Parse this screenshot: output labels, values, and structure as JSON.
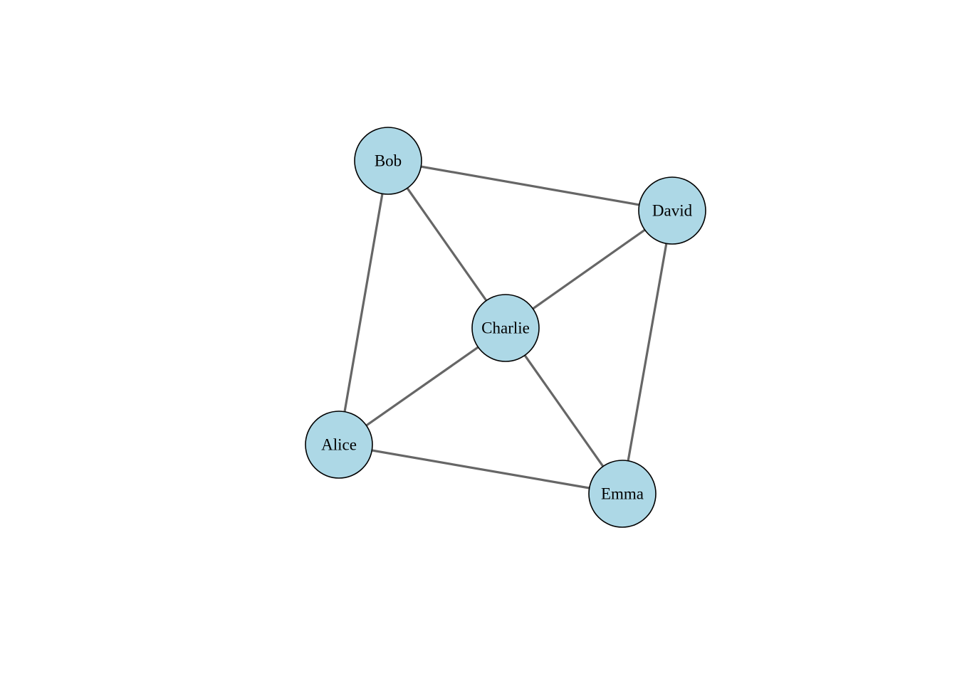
{
  "nodes": [
    {
      "id": "bob",
      "label": "Bob"
    },
    {
      "id": "david",
      "label": "David"
    },
    {
      "id": "charlie",
      "label": "Charlie"
    },
    {
      "id": "alice",
      "label": "Alice"
    },
    {
      "id": "emma",
      "label": "Emma"
    }
  ],
  "edges": [
    [
      "bob",
      "david"
    ],
    [
      "bob",
      "charlie"
    ],
    [
      "bob",
      "alice"
    ],
    [
      "david",
      "charlie"
    ],
    [
      "david",
      "emma"
    ],
    [
      "charlie",
      "alice"
    ],
    [
      "charlie",
      "emma"
    ],
    [
      "alice",
      "emma"
    ]
  ],
  "colors": {
    "node_fill": "#add8e6",
    "node_stroke": "#000000",
    "edge": "#666666",
    "label": "#000000"
  }
}
